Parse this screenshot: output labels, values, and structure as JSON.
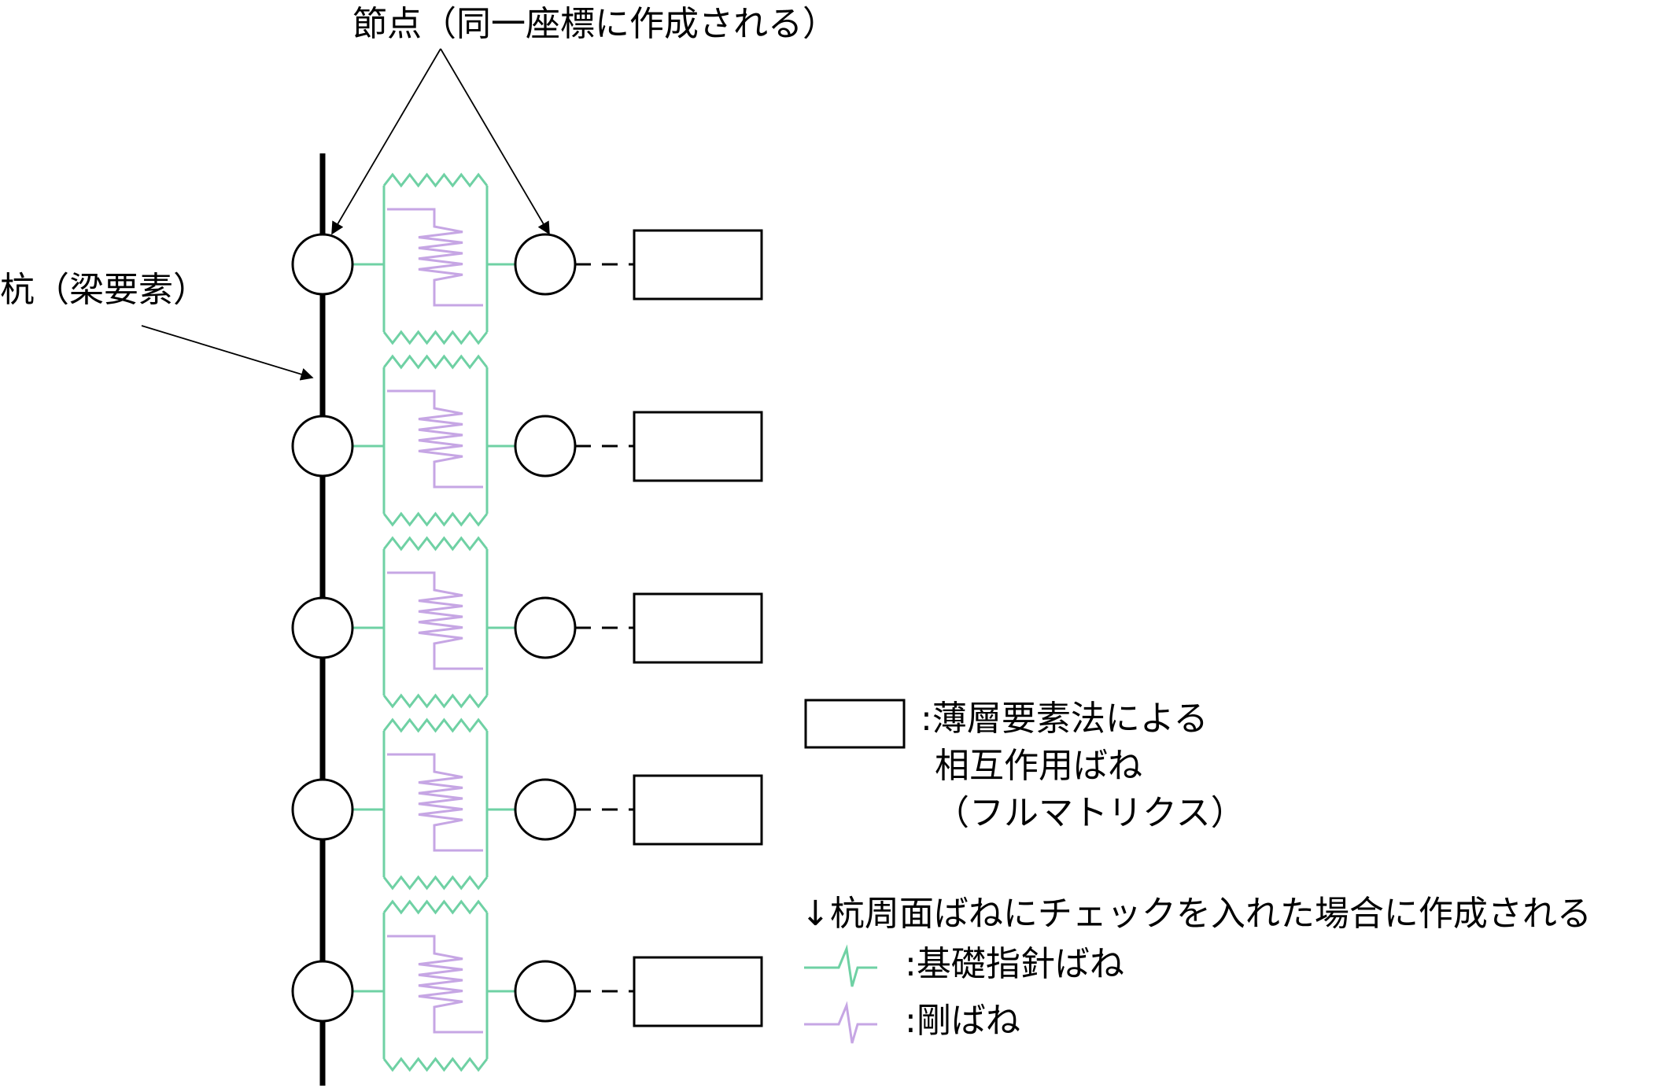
{
  "labels": {
    "node": "節点（同一座標に作成される）",
    "pile": "杭（梁要素）"
  },
  "legend": {
    "box_text": [
      ":薄層要素法による",
      "相互作用ばね",
      "（フルマトリクス）"
    ],
    "note": "↓杭周面ばねにチェックを入れた場合に作成される",
    "green_spring": ":基礎指針ばね",
    "purple_spring": ":剛ばね"
  },
  "spring_rows": 5,
  "colors": {
    "green": "#6fd1a4",
    "purple": "#c6a6e4",
    "line": "#000000"
  }
}
